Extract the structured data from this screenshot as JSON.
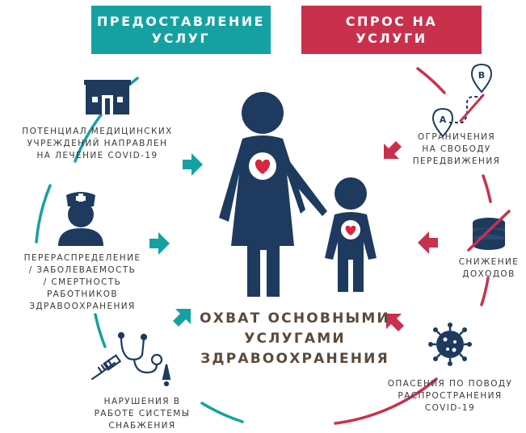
{
  "supply_box": {
    "line1": "ПРЕДОСТАВЛЕНИЕ",
    "line2": "УСЛУГ"
  },
  "demand_box": {
    "line1": "СПРОС НА",
    "line2": "УСЛУГИ"
  },
  "center_title": {
    "line1": "ОХВАТ ОСНОВНЫМИ",
    "line2": "УСЛУГАМИ",
    "line3": "ЗДРАВООХРАНЕНИЯ"
  },
  "left_items": [
    {
      "icon": "hospital-icon",
      "lines": [
        "ПОТЕНЦИАЛ МЕДИЦИНСКИХ",
        "УЧРЕЖДЕНИЙ НАПРАВЛЕН",
        "НА ЛЕЧЕНИЕ COVID-19"
      ]
    },
    {
      "icon": "health-worker-icon",
      "lines": [
        "ПЕРЕРАСПРЕДЕЛЕНИЕ",
        "/ ЗАБОЛЕВАЕМОСТЬ",
        "/ СМЕРТНОСТЬ",
        "РАБОТНИКОВ",
        "ЗДРАВООХРАНЕНИЯ"
      ]
    },
    {
      "icon": "medical-supplies-icon",
      "lines": [
        "НАРУШЕНИЯ В",
        "РАБОТЕ СИСТЕМЫ",
        "СНАБЖЕНИЯ"
      ]
    }
  ],
  "right_items": [
    {
      "icon": "route-a-to-b-icon",
      "map_pin_labels": [
        "A",
        "B"
      ],
      "lines": [
        "ОГРАНИЧЕНИЯ",
        "НА СВОБОДУ",
        "ПЕРЕДВИЖЕНИЯ"
      ]
    },
    {
      "icon": "crossed-out-coins-icon",
      "lines": [
        "СНИЖЕНИЕ",
        "ДОХОДОВ"
      ]
    },
    {
      "icon": "coronavirus-icon",
      "lines": [
        "ОПАСЕНИЯ ПО ПОВОДУ",
        "РАСПРОСТРАНЕНИЯ",
        "COVID-19"
      ]
    }
  ],
  "colors": {
    "supply": "#15a1a1",
    "demand": "#c9304c",
    "figure": "#1e3a5f",
    "heart": "#d7263d",
    "text": "#3a3a3a"
  }
}
